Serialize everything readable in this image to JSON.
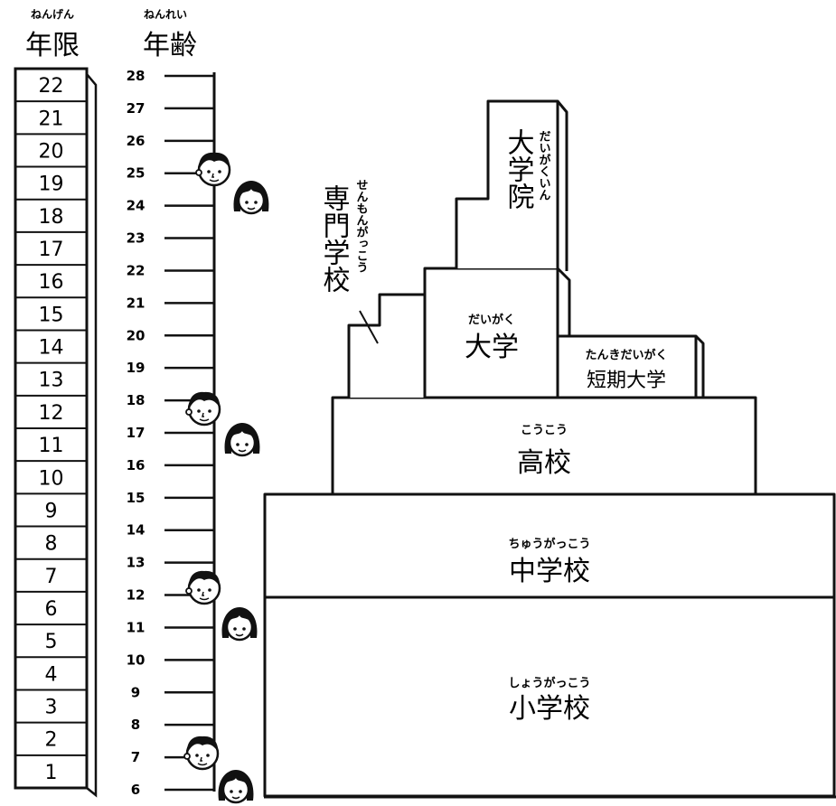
{
  "headings": {
    "years": {
      "ruby": "ねんげん",
      "label": "年限"
    },
    "age": {
      "ruby": "ねんれい",
      "label": "年齢"
    }
  },
  "years": [
    "22",
    "21",
    "20",
    "19",
    "18",
    "17",
    "16",
    "15",
    "14",
    "13",
    "12",
    "11",
    "10",
    "9",
    "8",
    "7",
    "6",
    "5",
    "4",
    "3",
    "2",
    "1"
  ],
  "ages": [
    "28",
    "27",
    "26",
    "25",
    "24",
    "23",
    "22",
    "21",
    "20",
    "19",
    "18",
    "17",
    "16",
    "15",
    "14",
    "13",
    "12",
    "11",
    "10",
    "9",
    "8",
    "7",
    "6"
  ],
  "stages": {
    "elementary": {
      "ruby": "しょうがっこう",
      "label": "小学校"
    },
    "junior_high": {
      "ruby": "ちゅうがっこう",
      "label": "中学校"
    },
    "high_school": {
      "ruby": "こうこう",
      "label": "高校"
    },
    "university": {
      "ruby": "だいがく",
      "label": "大学"
    },
    "junior_college": {
      "ruby": "たんきだいがく",
      "label": "短期大学"
    },
    "graduate_school": {
      "ruby": "だいがくいん",
      "label": "大学院"
    },
    "vocational_school": {
      "ruby": "せんもんがっこう",
      "label": "専門学校"
    }
  },
  "faces": [
    "boy-face-icon",
    "girl-face-icon"
  ]
}
